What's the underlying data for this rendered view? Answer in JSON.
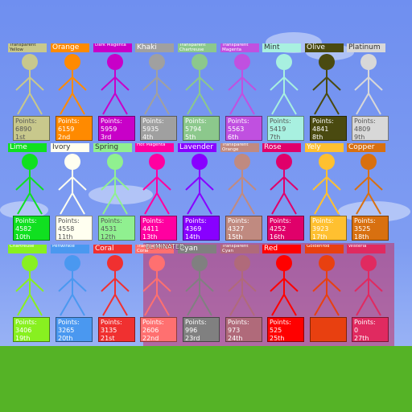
{
  "eliminated_label": "ELIMINATED",
  "contestants": [
    {
      "name": "Transparent Yellow",
      "color": "#c8c88c",
      "points_label": "Points:",
      "points": "6890",
      "place": "1st",
      "col": 0,
      "row": 0,
      "light": true,
      "small": true
    },
    {
      "name": "Orange",
      "color": "#ff8a00",
      "points_label": "Points:",
      "points": "6159",
      "place": "2nd",
      "col": 1,
      "row": 0,
      "small": false
    },
    {
      "name": "Dark Magenta",
      "color": "#c800c8",
      "points_label": "Points:",
      "points": "5959",
      "place": "3rd",
      "col": 2,
      "row": 0,
      "small": true
    },
    {
      "name": "Khaki",
      "color": "#a0a0a0",
      "points_label": "Points:",
      "points": "5935",
      "place": "4th",
      "col": 3,
      "row": 0,
      "small": false
    },
    {
      "name": "Transparent Chartreuse",
      "color": "#8cc88c",
      "points_label": "Points:",
      "points": "5794",
      "place": "5th",
      "col": 4,
      "row": 0,
      "small": true
    },
    {
      "name": "Transparent Magenta",
      "color": "#c050e0",
      "points_label": "Points:",
      "points": "5563",
      "place": "6th",
      "col": 5,
      "row": 0,
      "small": true
    },
    {
      "name": "Mint",
      "color": "#a8f0e0",
      "points_label": "Points:",
      "points": "5419",
      "place": "7th",
      "col": 6,
      "row": 0,
      "light": true,
      "small": false
    },
    {
      "name": "Olive",
      "color": "#4a4a10",
      "points_label": "Points:",
      "points": "4841",
      "place": "8th",
      "col": 7,
      "row": 0,
      "small": false
    },
    {
      "name": "Platinum",
      "color": "#d8d8d8",
      "points_label": "Points:",
      "points": "4809",
      "place": "9th",
      "col": 8,
      "row": 0,
      "light": true,
      "small": false
    },
    {
      "name": "Lime",
      "color": "#10e020",
      "points_label": "Points:",
      "points": "4582",
      "place": "10th",
      "col": 0,
      "row": 1,
      "small": false
    },
    {
      "name": "Ivory",
      "color": "#fffff0",
      "points_label": "Points:",
      "points": "4558",
      "place": "11th",
      "col": 1,
      "row": 1,
      "light": true,
      "small": false
    },
    {
      "name": "Spring",
      "color": "#90f090",
      "points_label": "Points:",
      "points": "4531",
      "place": "12th",
      "col": 2,
      "row": 1,
      "light": true,
      "small": false
    },
    {
      "name": "Hot Magenta",
      "color": "#ff00a0",
      "points_label": "Points:",
      "points": "4411",
      "place": "13th",
      "col": 3,
      "row": 1,
      "small": true
    },
    {
      "name": "Lavender",
      "color": "#8800ff",
      "points_label": "Points:",
      "points": "4369",
      "place": "14th",
      "col": 4,
      "row": 1,
      "small": false
    },
    {
      "name": "Transparent Orange",
      "color": "#c08a80",
      "points_label": "Points:",
      "points": "4327",
      "place": "15th",
      "col": 5,
      "row": 1,
      "small": true
    },
    {
      "name": "Rose",
      "color": "#e0006a",
      "points_label": "Points:",
      "points": "4252",
      "place": "16th",
      "col": 6,
      "row": 1,
      "small": false
    },
    {
      "name": "Yely",
      "color": "#ffc030",
      "points_label": "Points:",
      "points": "3923",
      "place": "17th",
      "col": 7,
      "row": 1,
      "small": false
    },
    {
      "name": "Copper",
      "color": "#d87010",
      "points_label": "Points:",
      "points": "3525",
      "place": "18th",
      "col": 8,
      "row": 1,
      "small": false
    },
    {
      "name": "Chartreuse",
      "color": "#88f020",
      "points_label": "Points:",
      "points": "3406",
      "place": "19th",
      "col": 0,
      "row": 2,
      "small": true
    },
    {
      "name": "Periwinkle",
      "color": "#4a98f0",
      "points_label": "Points:",
      "points": "3265",
      "place": "20th",
      "col": 1,
      "row": 2,
      "small": true
    },
    {
      "name": "Coral",
      "color": "#f03030",
      "points_label": "Points:",
      "points": "3135",
      "place": "21st",
      "col": 2,
      "row": 2,
      "small": false
    },
    {
      "name": "Transparent Coral",
      "color": "#ff7070",
      "points_label": "Points:",
      "points": "2606",
      "place": "22nd",
      "col": 3,
      "row": 2,
      "small": true
    },
    {
      "name": "Cyan",
      "color": "#808080",
      "points_label": "Points:",
      "points": "996",
      "place": "23rd",
      "col": 4,
      "row": 2,
      "small": false
    },
    {
      "name": "Transparent Cyan",
      "color": "#b06a7a",
      "points_label": "Points:",
      "points": "973",
      "place": "24th",
      "col": 5,
      "row": 2,
      "small": true
    },
    {
      "name": "Red",
      "color": "#ff0000",
      "points_label": "Points:",
      "points": "525",
      "place": "25th",
      "col": 6,
      "row": 2,
      "small": false
    },
    {
      "name": "Goldenrod",
      "color": "#e84010",
      "points_label": "",
      "points": "",
      "place": "",
      "col": 7,
      "row": 2,
      "small": true
    },
    {
      "name": "Wisteria",
      "color": "#e02a60",
      "points_label": "Points:",
      "points": "0",
      "place": "27th",
      "col": 8,
      "row": 2,
      "small": true
    }
  ]
}
